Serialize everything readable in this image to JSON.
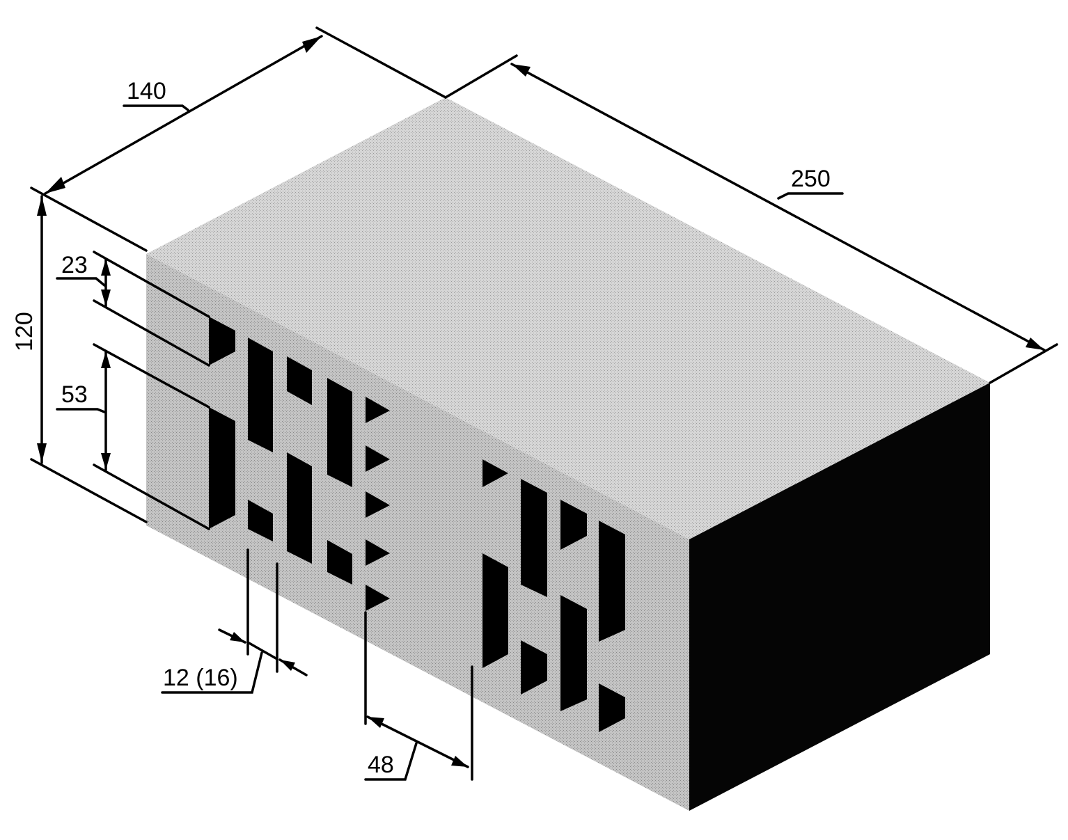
{
  "dimensions": {
    "width_140": "140",
    "length_250": "250",
    "height_120": "120",
    "top_slot_23": "23",
    "slot_53": "53",
    "web_12_16": "12 (16)",
    "spacing_48": "48"
  },
  "colors": {
    "top_face": "#cfcfcf",
    "side_face": "#bdbdbd",
    "end_face": "#050505",
    "hole": "#000000",
    "hole_side": "#8a8a8a",
    "lines": "#000000"
  }
}
